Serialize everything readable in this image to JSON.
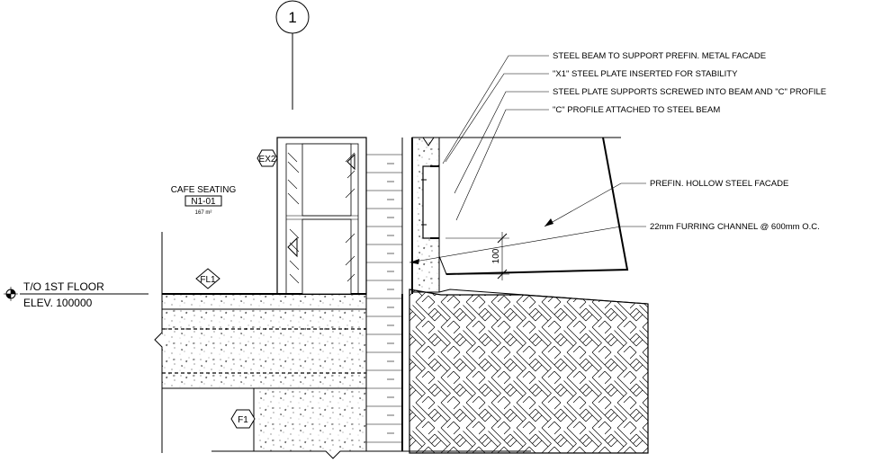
{
  "grid": {
    "label": "1"
  },
  "room": {
    "name": "CAFE SEATING",
    "number": "N1-01",
    "area": "167 m²"
  },
  "level": {
    "name": "T/O 1ST FLOOR",
    "elevation": "ELEV. 100000"
  },
  "tags": {
    "wall": "EX2",
    "floor": "FL1",
    "footing": "F1"
  },
  "dimension": {
    "value": "100"
  },
  "notes": [
    "STEEL BEAM TO SUPPORT PREFIN. METAL FACADE",
    "\"X1\" STEEL PLATE INSERTED FOR STABILITY",
    "STEEL PLATE SUPPORTS SCREWED INTO BEAM AND \"C\" PROFILE",
    "\"C\" PROFILE ATTACHED TO STEEL BEAM",
    "PREFIN. HOLLOW STEEL FACADE",
    "22mm FURRING CHANNEL @ 600mm O.C."
  ]
}
